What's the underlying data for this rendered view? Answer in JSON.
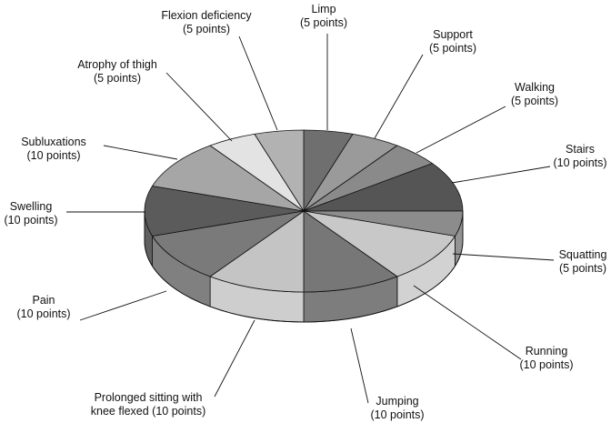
{
  "chart_data": {
    "type": "pie",
    "title": "",
    "slices": [
      {
        "label": "Limp",
        "value_text": "(5 points)",
        "value": 5,
        "color": "#6f6f6f",
        "label_pos": "top"
      },
      {
        "label": "Support",
        "value_text": "(5 points)",
        "value": 5,
        "color": "#9a9a9a",
        "label_pos": "top-right"
      },
      {
        "label": "Walking",
        "value_text": "(5 points)",
        "value": 5,
        "color": "#8a8a8a",
        "label_pos": "right"
      },
      {
        "label": "Stairs",
        "value_text": "(10 points)",
        "value": 10,
        "color": "#555555",
        "label_pos": "right"
      },
      {
        "label": "Squatting",
        "value_text": "(5 points)",
        "value": 5,
        "color": "#8c8c8c",
        "label_pos": "right"
      },
      {
        "label": "Running",
        "value_text": "(10 points)",
        "value": 10,
        "color": "#c8c8c8",
        "label_pos": "bottom-right"
      },
      {
        "label": "Jumping",
        "value_text": "(10 points)",
        "value": 10,
        "color": "#777777",
        "label_pos": "bottom"
      },
      {
        "label": "Prolonged sitting with\nknee flexed",
        "value_text": "(10 points)",
        "value": 10,
        "color": "#c4c4c4",
        "label_pos": "bottom-left"
      },
      {
        "label": "Pain",
        "value_text": "(10 points)",
        "value": 10,
        "color": "#7a7a7a",
        "label_pos": "left"
      },
      {
        "label": "Swelling",
        "value_text": "(10 points)",
        "value": 10,
        "color": "#5b5b5b",
        "label_pos": "left"
      },
      {
        "label": "Subluxations",
        "value_text": "(10 points)",
        "value": 10,
        "color": "#a6a6a6",
        "label_pos": "left"
      },
      {
        "label": "Atrophy of thigh",
        "value_text": "(5 points)",
        "value": 5,
        "color": "#e3e3e3",
        "label_pos": "top-left"
      },
      {
        "label": "Flexion deficiency",
        "value_text": "(5 points)",
        "value": 5,
        "color": "#b2b2b2",
        "label_pos": "top"
      }
    ]
  }
}
